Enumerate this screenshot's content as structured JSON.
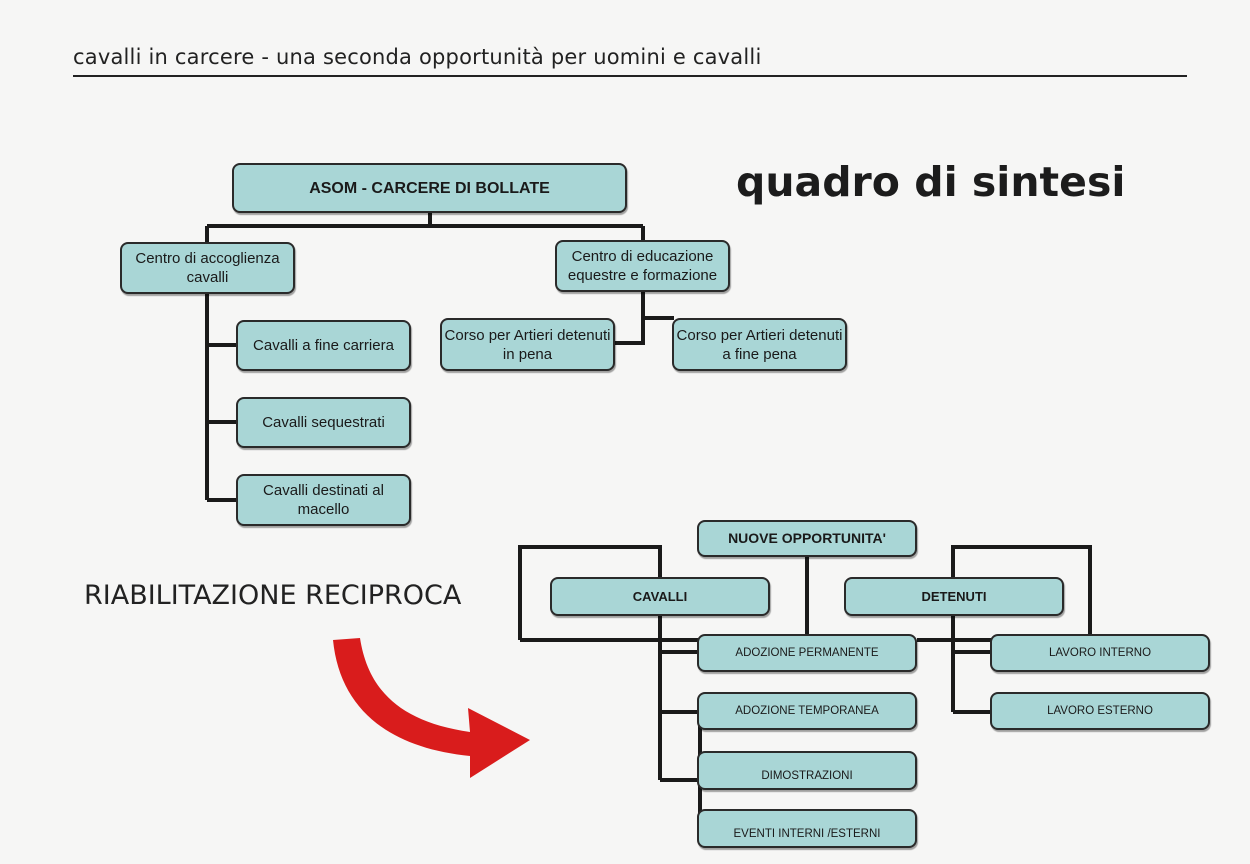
{
  "header": {
    "title": "cavalli in carcere  - una seconda opportunità per uomini e cavalli"
  },
  "heading": "quadro di sintesi",
  "label_riabilitazione": "RIABILITAZIONE RECIPROCA",
  "accent_color": "#d91c1c",
  "org_chart_1": {
    "root": "ASOM - CARCERE DI BOLLATE",
    "left": {
      "label": "Centro di accoglienza cavalli",
      "children": [
        "Cavalli a fine carriera",
        "Cavalli sequestrati",
        "Cavalli destinati al macello"
      ]
    },
    "right": {
      "label": "Centro di educazione equestre e formazione",
      "children": [
        "Corso per Artieri detenuti in pena",
        "Corso per Artieri detenuti a fine pena"
      ]
    }
  },
  "org_chart_2": {
    "root": "NUOVE  OPPORTUNITA'",
    "left": {
      "label": "CAVALLI",
      "children": [
        "ADOZIONE PERMANENTE",
        "ADOZIONE TEMPORANEA",
        "DIMOSTRAZIONI",
        "EVENTI INTERNI /ESTERNI"
      ]
    },
    "right": {
      "label": "DETENUTI",
      "children": [
        "LAVORO INTERNO",
        "LAVORO ESTERNO"
      ]
    }
  }
}
